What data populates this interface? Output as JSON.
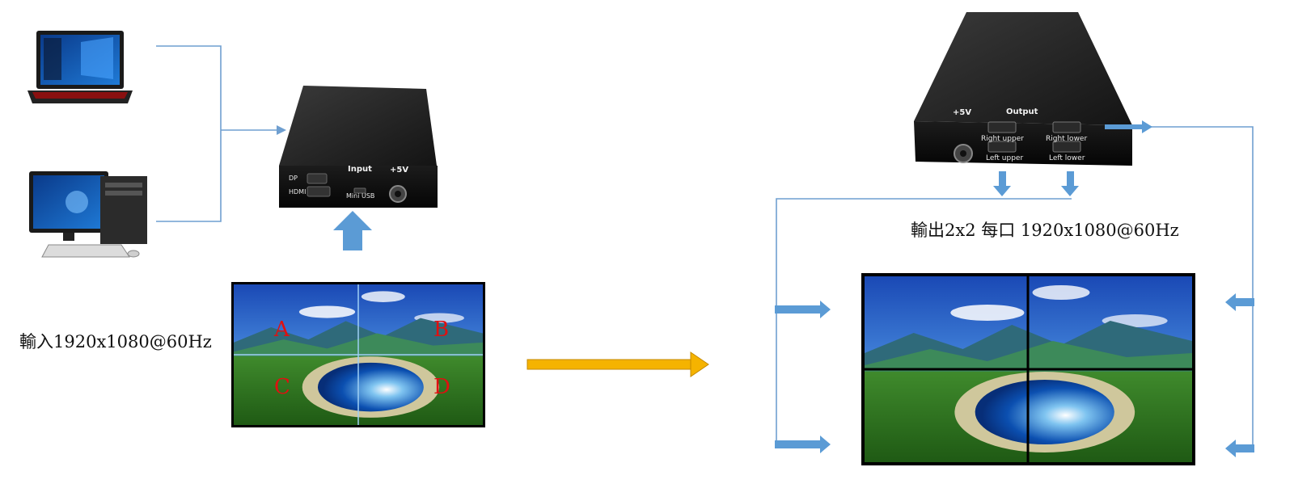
{
  "labels": {
    "input": "輸入1920x1080@60Hz",
    "output": "輸出2x2 每口 1920x1080@60Hz"
  },
  "input_screen": {
    "quadrants": [
      "A",
      "B",
      "C",
      "D"
    ]
  },
  "input_box": {
    "ports": {
      "dp": "DP",
      "hdmi": "HDMI",
      "input": "Input",
      "mini_usb": "Mini USB",
      "power": "+5V"
    }
  },
  "output_box": {
    "ports": {
      "power": "+5V",
      "output": "Output",
      "right_upper": "Right upper",
      "right_lower": "Right lower",
      "left_upper": "Left upper",
      "left_lower": "Left lower"
    }
  },
  "colors": {
    "connector_line": "#6f9fd0",
    "block_arrow": "#5b9bd5",
    "main_arrow": "#f5b300",
    "quad_letter": "#e01010"
  }
}
